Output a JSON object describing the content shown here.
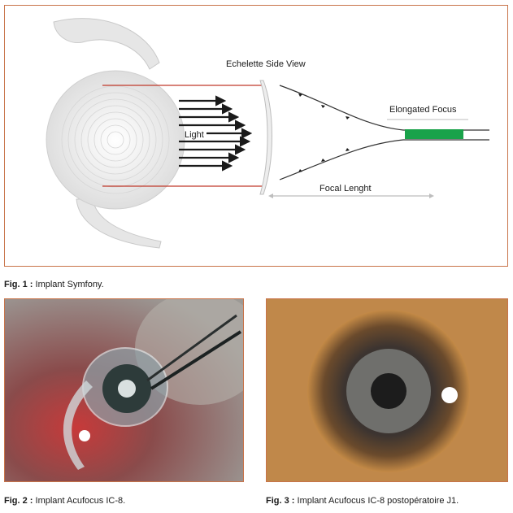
{
  "figure1": {
    "label_side_view": "Echelette Side View",
    "label_light": "Light",
    "label_elongated_focus": "Elongated Focus",
    "label_focal_length": "Focal Lenght",
    "colors": {
      "frame": "#c8744a",
      "ray_red": "#c0392b",
      "focus_green": "#1aa24a"
    }
  },
  "captions": [
    {
      "prefix": "Fig. 1 :",
      "text": "Implant Symfony."
    },
    {
      "prefix": "Fig. 2 :",
      "text": "Implant Acufocus IC-8."
    },
    {
      "prefix": "Fig. 3 :",
      "text": "Implant Acufocus IC-8 postopératoire J1."
    }
  ]
}
